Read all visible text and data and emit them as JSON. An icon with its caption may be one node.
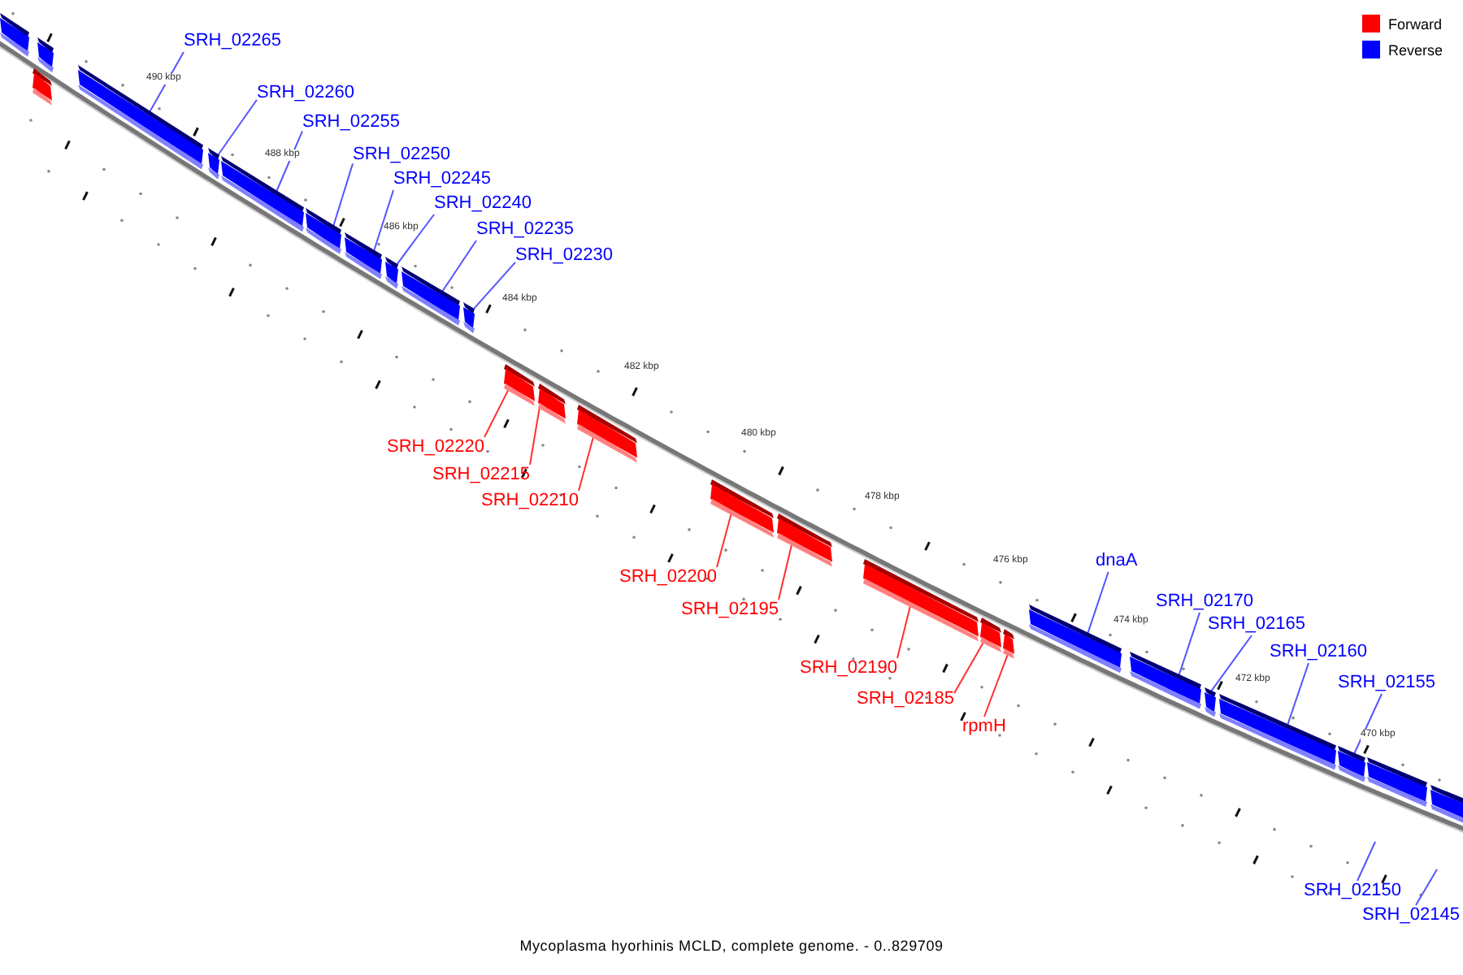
{
  "diagram": {
    "caption": "Mycoplasma hyorhinis MCLD, complete genome. - 0..829709",
    "nodes": [
      {
        "text": [],
        "shape": "bar"
      },
      {
        "text": [],
        "shape": "bar"
      },
      {
        "text": [],
        "shape": "bar"
      },
      {
        "text": [
          "SRH_02265"
        ]
      },
      {
        "text": [],
        "shape": "bar"
      },
      {
        "text": [
          "SRH_02260"
        ]
      },
      {
        "text": [],
        "shape": "bar"
      },
      {
        "text": [
          "SRH_02255"
        ]
      },
      {
        "text": [],
        "shape": "bar"
      },
      {
        "text": [
          "SRH_02250"
        ]
      },
      {
        "text": [],
        "shape": "bar"
      },
      {
        "text": [
          "SRH_02245"
        ]
      },
      {
        "text": [],
        "shape": "bar"
      },
      {
        "text": [
          "SRH_02240"
        ]
      },
      {
        "text": [],
        "shape": "bar"
      },
      {
        "text": [
          "SRH_02235"
        ]
      },
      {
        "text": [],
        "shape": "bar"
      },
      {
        "text": [
          "SRH_02230"
        ]
      },
      {
        "text": [],
        "shape": "bar"
      },
      {
        "text": [
          "SRH_02220"
        ]
      },
      {
        "text": [],
        "shape": "bar"
      },
      {
        "text": [
          "SRH_02215"
        ]
      },
      {
        "text": [],
        "shape": "bar"
      },
      {
        "text": [
          "SRH_02210"
        ]
      },
      {
        "text": [],
        "shape": "bar"
      },
      {
        "text": [
          "SRH_02200"
        ]
      },
      {
        "text": [],
        "shape": "bar"
      },
      {
        "text": [
          "SRH_02195"
        ]
      },
      {
        "text": [],
        "shape": "bar"
      },
      {
        "text": [
          "SRH_02190"
        ]
      },
      {
        "text": [],
        "shape": "bar"
      },
      {
        "text": [
          "SRH_02185"
        ]
      },
      {
        "text": [],
        "shape": "bar"
      },
      {
        "text": [
          "rpmH"
        ]
      },
      {
        "text": [],
        "shape": "bar"
      },
      {
        "text": [
          "dnaA"
        ]
      },
      {
        "text": [],
        "shape": "bar"
      },
      {
        "text": [
          "SRH_02170"
        ]
      },
      {
        "text": [],
        "shape": "bar"
      },
      {
        "text": [
          "SRH_02165"
        ]
      },
      {
        "text": [],
        "shape": "bar"
      },
      {
        "text": [
          "SRH_02160"
        ]
      },
      {
        "text": [],
        "shape": "bar"
      },
      {
        "text": [
          "SRH_02155"
        ]
      },
      {
        "text": [],
        "shape": "bar"
      },
      {
        "text": [],
        "shape": "bar"
      },
      {
        "text": [],
        "shape": "bar"
      },
      {
        "text": [
          "SRH_02150"
        ]
      },
      {
        "text": [
          "SRH_02145"
        ]
      }
    ],
    "edges": [
      {
        "from": 3,
        "to": 4,
        "arrow": "none"
      },
      {
        "from": 5,
        "to": 6,
        "arrow": "none"
      },
      {
        "from": 7,
        "to": 8,
        "arrow": "none"
      },
      {
        "from": 9,
        "to": 10,
        "arrow": "none"
      },
      {
        "from": 11,
        "to": 12,
        "arrow": "none"
      },
      {
        "from": 13,
        "to": 14,
        "arrow": "none"
      },
      {
        "from": 15,
        "to": 16,
        "arrow": "none"
      },
      {
        "from": 17,
        "to": 18,
        "arrow": "none"
      },
      {
        "from": 19,
        "to": 20,
        "arrow": "none",
        "color": "#ff3030"
      },
      {
        "from": 21,
        "to": 22,
        "arrow": "none",
        "color": "#ff3030"
      },
      {
        "from": 23,
        "to": 24,
        "arrow": "none",
        "color": "#ff3030"
      },
      {
        "from": 25,
        "to": 26,
        "arrow": "none",
        "color": "#ff3030"
      },
      {
        "from": 27,
        "to": 28,
        "arrow": "none",
        "color": "#ff3030"
      },
      {
        "from": 29,
        "to": 30,
        "arrow": "none",
        "color": "#ff3030"
      },
      {
        "from": 31,
        "to": 32,
        "arrow": "none",
        "color": "#ff3030"
      },
      {
        "from": 33,
        "to": 34,
        "arrow": "none",
        "color": "#ff3030"
      },
      {
        "from": 35,
        "to": 36,
        "arrow": "none"
      },
      {
        "from": 37,
        "to": 38,
        "arrow": "none"
      },
      {
        "from": 39,
        "to": 40,
        "arrow": "none"
      },
      {
        "from": 41,
        "to": 42,
        "arrow": "none"
      },
      {
        "from": 43,
        "to": 44,
        "arrow": "none"
      },
      {
        "from": 47,
        "to": null,
        "arrow": "none"
      },
      {
        "from": 48,
        "to": null,
        "arrow": "none"
      }
    ],
    "labels": [
      "490 kbp",
      "488 kbp",
      "486 kbp",
      "484 kbp",
      "482 kbp",
      "480 kbp",
      "478 kbp",
      "476 kbp",
      "474 kbp",
      "472 kbp",
      "470 kbp"
    ],
    "legend": [
      {
        "text": "Forward",
        "color": "#ff0000"
      },
      {
        "text": "Reverse",
        "color": "#0000ff"
      }
    ]
  }
}
